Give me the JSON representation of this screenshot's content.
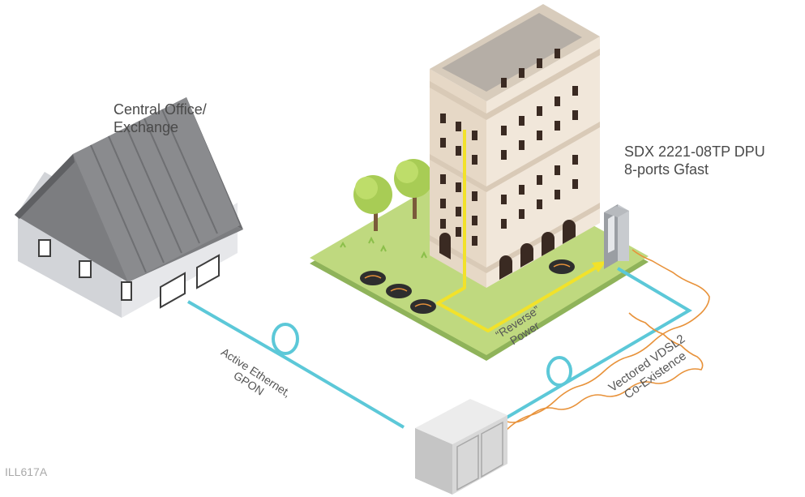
{
  "labels": {
    "central_office_line1": "Central Office/",
    "central_office_line2": "Exchange",
    "dpu_line1": "SDX 2221-08TP DPU",
    "dpu_line2": "8-ports Gfast",
    "fiber_line1": "Active Ethernet,",
    "fiber_line2": "GPON",
    "power_line1": "“Reverse”",
    "power_line2": "Power",
    "vdsl_line1": "Vectored VDSL2",
    "vdsl_line2": "Co-Existence",
    "figure_id": "ILL617A"
  },
  "colors": {
    "fiber": "#5cc8d8",
    "power": "#f2e22a",
    "copper": "#e8923a",
    "grass": "#b9d67a",
    "building": "#eee3d4",
    "roof": "#888888",
    "cabinet": "#d6d6d6",
    "text": "#4a4a4a"
  }
}
